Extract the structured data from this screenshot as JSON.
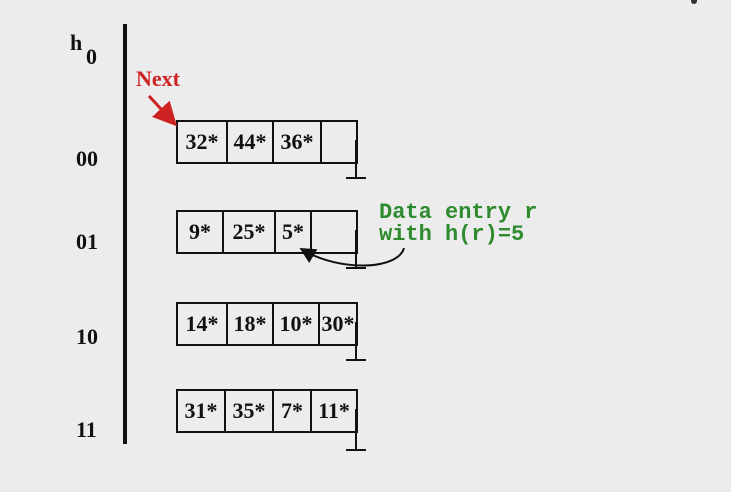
{
  "hash_function": {
    "name": "h",
    "subscript": "0"
  },
  "next_pointer": {
    "label": "Next",
    "color": "#cc2222"
  },
  "buckets": [
    {
      "label": "00",
      "entries": [
        "32*",
        "44*",
        "36*",
        ""
      ]
    },
    {
      "label": "01",
      "entries": [
        "9*",
        "25*",
        "5*",
        ""
      ]
    },
    {
      "label": "10",
      "entries": [
        "14*",
        "18*",
        "10*",
        "30*"
      ]
    },
    {
      "label": "11",
      "entries": [
        "31*",
        "35*",
        "7*",
        "11*"
      ]
    }
  ],
  "annotation": {
    "line1": "Data entry r",
    "line2": "with h(r)=5",
    "color": "#2e8b2e"
  }
}
